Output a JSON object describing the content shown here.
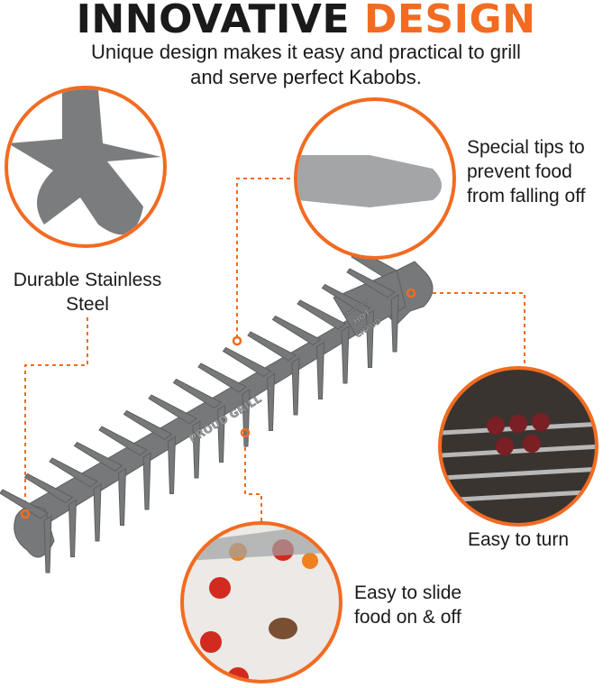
{
  "header": {
    "title_main": "INNOVATIVE",
    "title_accent": "DESIGN",
    "subtitle_line1": "Unique design makes it easy and practical to grill",
    "subtitle_line2": "and serve perfect Kabobs."
  },
  "features": [
    {
      "label": "Durable Stainless Steel",
      "line1": "Durable Stainless",
      "line2": "Steel"
    },
    {
      "label": "Special tips to prevent food from falling off",
      "line1": "Special tips to",
      "line2": "prevent food",
      "line3": "from falling off"
    },
    {
      "label": "Easy to turn"
    },
    {
      "label": "Easy to slide food on & off",
      "line1": "Easy to slide",
      "line2": "food on & off"
    }
  ],
  "product_engraving": [
    "PROUD GRILL",
    "ATTENTION",
    "HOT",
    "CHAUD"
  ],
  "colors": {
    "accent": "#f26b21",
    "steel": "#76787a",
    "text": "#1a1a1a"
  }
}
